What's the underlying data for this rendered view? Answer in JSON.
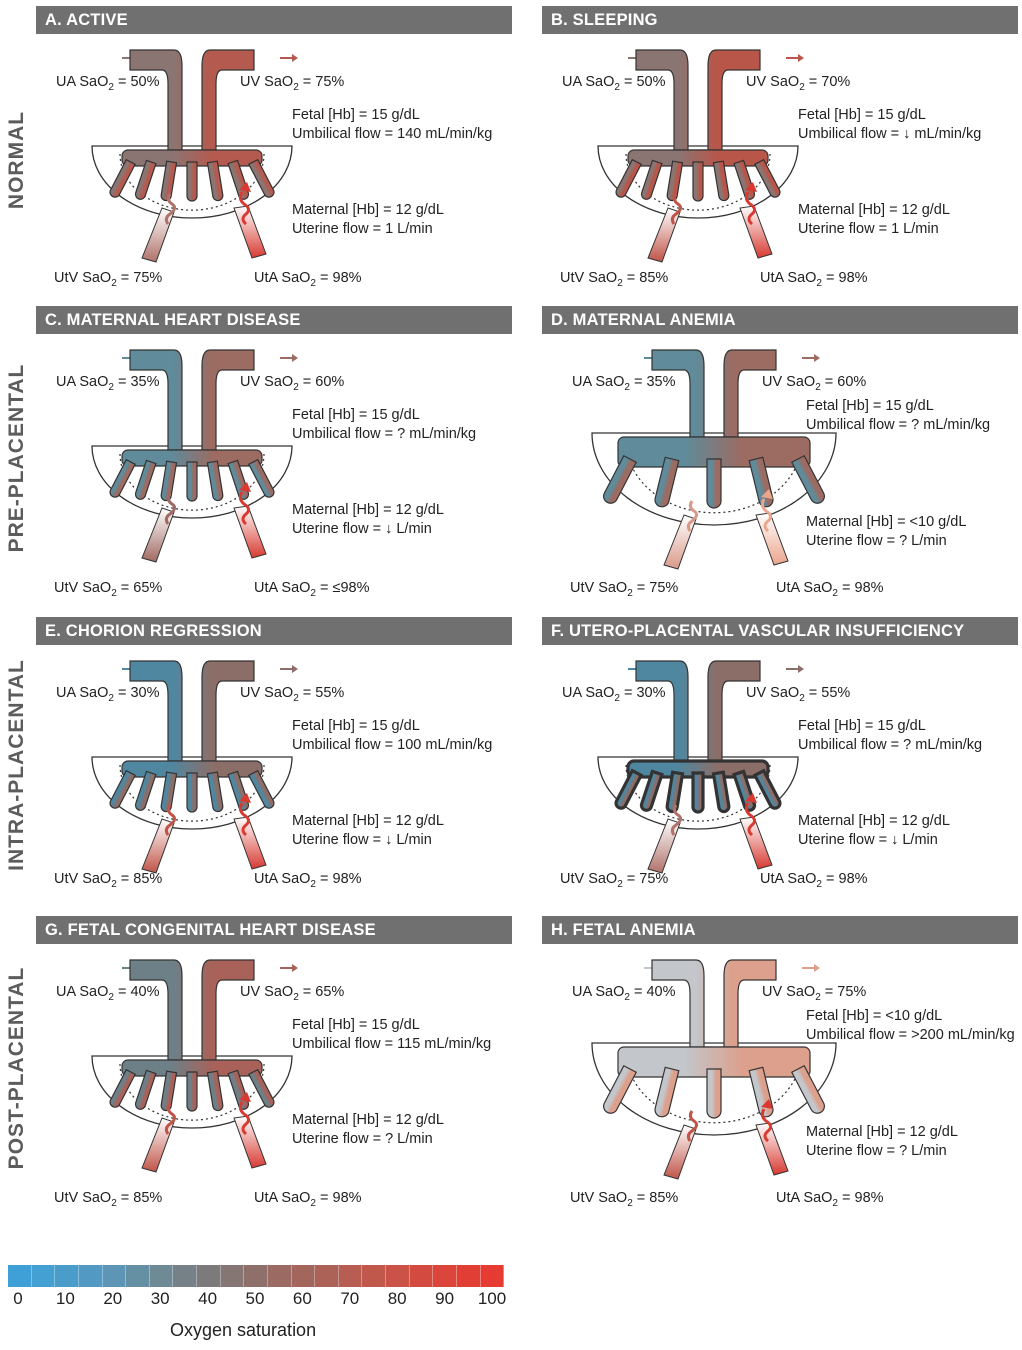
{
  "row_labels": [
    "NORMAL",
    "PRE-PLACENTAL",
    "INTRA-PLACENTAL",
    "POST-PLACENTAL"
  ],
  "panels": [
    {
      "title": "A. ACTIVE",
      "ua": "UA SaO₂ = 50%",
      "uv": "UV SaO₂ = 75%",
      "fetal_hb": "Fetal [Hb] = 15 g/dL",
      "umb_flow": "Umbilical flow = 140 mL/min/kg",
      "mat_hb": "Maternal [Hb] = 12 g/dL",
      "ut_flow": "Uterine flow = 1 L/min",
      "utv": "UtV SaO₂ = 75%",
      "uta": "UtA SaO₂ = 98%",
      "ua_color": "#8a7572",
      "uv_color": "#b55a4e",
      "utv_color": "#b0726a",
      "uta_color": "#d83a32",
      "style": "normal"
    },
    {
      "title": "B. SLEEPING",
      "ua": "UA SaO₂ = 50%",
      "uv": "UV SaO₂ = 70%",
      "fetal_hb": "Fetal [Hb] = 15 g/dL",
      "umb_flow": "Umbilical flow = ↓ mL/min/kg",
      "mat_hb": "Maternal [Hb] = 12 g/dL",
      "ut_flow": "Uterine flow = 1 L/min",
      "utv": "UtV SaO₂ = 85%",
      "uta": "UtA SaO₂ = 98%",
      "ua_color": "#8a7572",
      "uv_color": "#b8564a",
      "utv_color": "#c05448",
      "uta_color": "#d83a32",
      "style": "normal"
    },
    {
      "title": "C. MATERNAL HEART DISEASE",
      "ua": "UA SaO₂ = 35%",
      "uv": "UV SaO₂ = 60%",
      "fetal_hb": "Fetal [Hb] = 15 g/dL",
      "umb_flow": "Umbilical flow = ? mL/min/kg",
      "mat_hb": "Maternal [Hb] = 12 g/dL",
      "ut_flow": "Uterine flow = ↓ L/min",
      "utv": "UtV SaO₂ = 65%",
      "uta": "UtA SaO₂ = ≤98%",
      "ua_color": "#5f8b9a",
      "uv_color": "#9c6b62",
      "utv_color": "#a06a62",
      "uta_color": "#d83a32",
      "style": "normal"
    },
    {
      "title": "D. MATERNAL ANEMIA",
      "ua": "UA SaO₂ = 35%",
      "uv": "UV SaO₂ = 60%",
      "fetal_hb": "Fetal [Hb] = 15 g/dL",
      "umb_flow": "Umbilical flow = ? mL/min/kg",
      "mat_hb": "Maternal [Hb] = <10 g/dL",
      "ut_flow": "Uterine flow = ? L/min",
      "utv": "UtV SaO₂ = 75%",
      "uta": "UtA SaO₂ = 98%",
      "ua_color": "#5f8b9a",
      "uv_color": "#9c6b62",
      "utv_color": "#d89a88",
      "uta_color": "#eba58c",
      "style": "large"
    },
    {
      "title": "E. CHORION REGRESSION",
      "ua": "UA SaO₂ = 30%",
      "uv": "UV SaO₂ = 55%",
      "fetal_hb": "Fetal [Hb] = 15 g/dL",
      "umb_flow": "Umbilical flow = 100 mL/min/kg",
      "mat_hb": "Maternal [Hb] = 12 g/dL",
      "ut_flow": "Uterine flow = ↓ L/min",
      "utv": "UtV SaO₂ = 85%",
      "uta": "UtA SaO₂ = 98%",
      "ua_color": "#4f87a0",
      "uv_color": "#8c6e69",
      "utv_color": "#c05448",
      "uta_color": "#d83a32",
      "style": "small"
    },
    {
      "title": "F. UTERO-PLACENTAL VASCULAR INSUFFICIENCY",
      "ua": "UA SaO₂ = 30%",
      "uv": "UV SaO₂ = 55%",
      "fetal_hb": "Fetal [Hb] = 15 g/dL",
      "umb_flow": "Umbilical flow = ? mL/min/kg",
      "mat_hb": "Maternal [Hb] = 12 g/dL",
      "ut_flow": "Uterine flow = ↓ L/min",
      "utv": "UtV SaO₂ = 75%",
      "uta": "UtA SaO₂ = 98%",
      "ua_color": "#4f87a0",
      "uv_color": "#8c6e69",
      "utv_color": "#b0726a",
      "uta_color": "#d83a32",
      "style": "thick"
    },
    {
      "title": "G. FETAL CONGENITAL HEART DISEASE",
      "ua": "UA SaO₂ = 40%",
      "uv": "UV SaO₂ = 65%",
      "fetal_hb": "Fetal [Hb] = 15 g/dL",
      "umb_flow": "Umbilical flow = 115 mL/min/kg",
      "mat_hb": "Maternal [Hb] = 12 g/dL",
      "ut_flow": "Uterine flow = ? L/min",
      "utv": "UtV SaO₂ = 85%",
      "uta": "UtA SaO₂ = 98%",
      "ua_color": "#6d8088",
      "uv_color": "#a8625a",
      "utv_color": "#c05448",
      "uta_color": "#d83a32",
      "style": "normal"
    },
    {
      "title": "H. FETAL ANEMIA",
      "ua": "UA SaO₂ = 40%",
      "uv": "UV SaO₂ = 75%",
      "fetal_hb": "Fetal [Hb] = <10 g/dL",
      "umb_flow": "Umbilical flow = >200 mL/min/kg",
      "mat_hb": "Maternal [Hb] = 12 g/dL",
      "ut_flow": "Uterine flow = ? L/min",
      "utv": "UtV SaO₂ = 85%",
      "uta": "UtA SaO₂ = 98%",
      "ua_color": "#c3c6ca",
      "uv_color": "#dca08c",
      "utv_color": "#c05448",
      "uta_color": "#d83a32",
      "style": "large"
    }
  ],
  "legend": {
    "title": "Oxygen saturation",
    "ticks": [
      "0",
      "10",
      "20",
      "30",
      "40",
      "50",
      "60",
      "70",
      "80",
      "90",
      "100"
    ],
    "colors": [
      "#3fa0d8",
      "#44a0d2",
      "#4a9ccb",
      "#529ac3",
      "#5c95b6",
      "#6590a4",
      "#6e8a95",
      "#768087",
      "#7d7a7c",
      "#857573",
      "#8f6f6a",
      "#9a6a63",
      "#a3665d",
      "#ad6258",
      "#b75d52",
      "#c0584c",
      "#ca5246",
      "#d34b40",
      "#dc453b",
      "#e13e36",
      "#e53b33"
    ]
  }
}
